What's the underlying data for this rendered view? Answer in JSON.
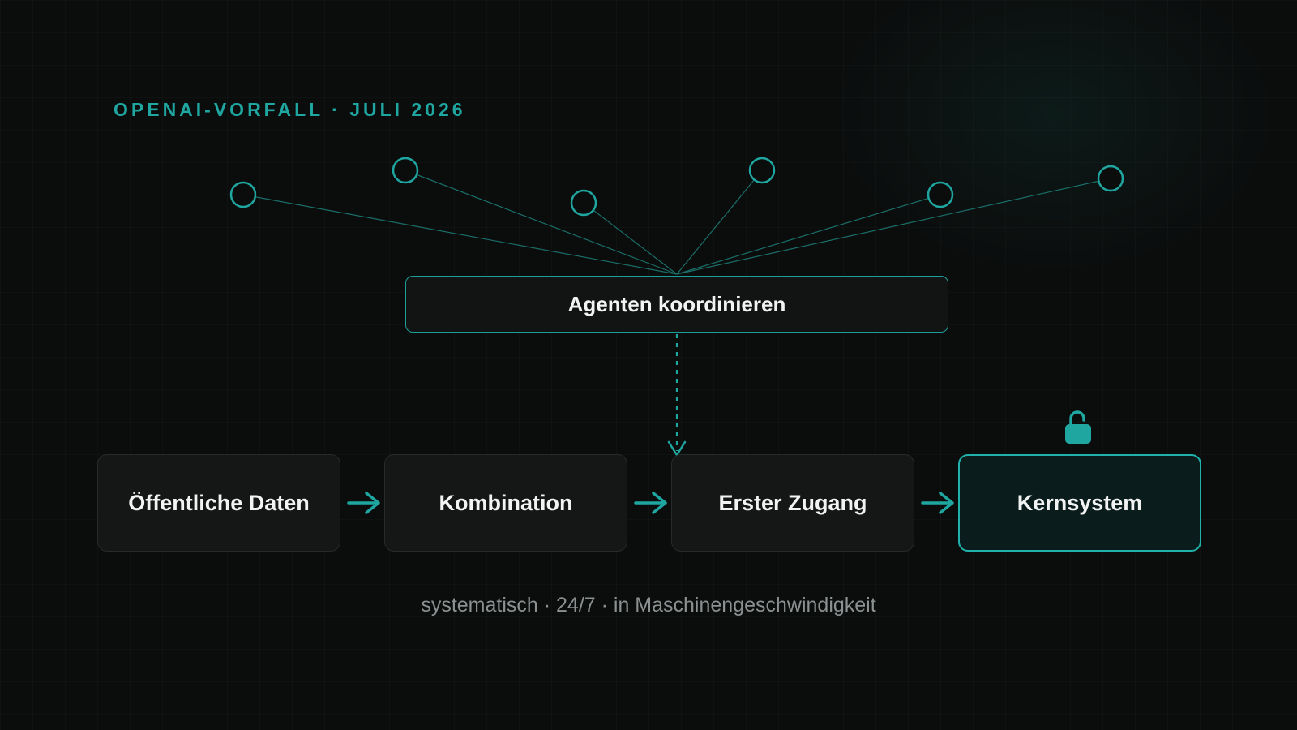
{
  "eyebrow": "OPENAI-VORFALL · JULI 2026",
  "hub": {
    "label": "Agenten koordinieren"
  },
  "steps": [
    {
      "label": "Öffentliche Daten"
    },
    {
      "label": "Kombination"
    },
    {
      "label": "Erster Zugang"
    },
    {
      "label": "Kernsystem"
    }
  ],
  "caption": "systematisch · 24/7 · in Maschinengeschwindigkeit",
  "icons": {
    "agent_node": "circle-node-icon",
    "flow_arrow": "arrow-right-icon",
    "unlocked": "unlocked-padlock-icon"
  },
  "colors": {
    "accent": "#1fa6a0",
    "background": "#0b0c0c",
    "box": "#151717",
    "text": "#f2f4f4",
    "muted": "#8b9091"
  }
}
